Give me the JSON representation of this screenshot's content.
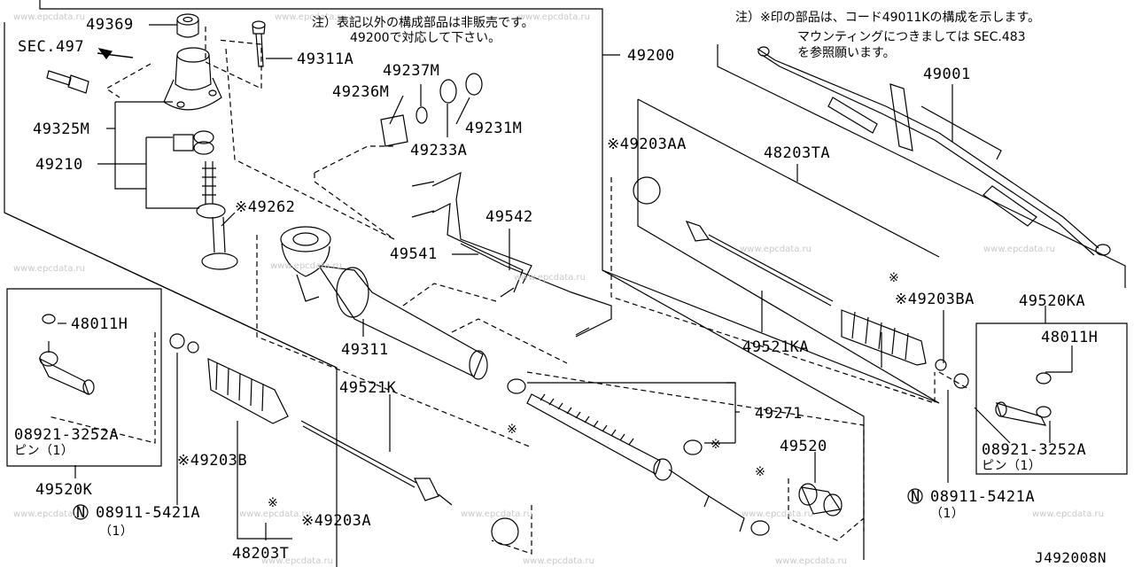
{
  "diagram_code": "J492008N",
  "watermark": "www.epcdata.ru",
  "notes": {
    "top_center_1": "注）表記以外の構成部品は非販売です。",
    "top_center_2": "49200で対応して下さい。",
    "top_right_1": "注）※印の部品は、コード49011Kの構成を示します。",
    "top_right_2": "マウンティングにつきましては SEC.483",
    "top_right_3": "を参照願います。"
  },
  "labels": {
    "p49369": "49369",
    "sec497": "SEC.497",
    "p49311A": "49311A",
    "p49237M": "49237M",
    "p49236M": "49236M",
    "p49231M": "49231M",
    "p49233A": "49233A",
    "p49325M": "49325M",
    "p49210": "49210",
    "p49262": "※49262",
    "p49200": "49200",
    "p49001": "49001",
    "p49203AA": "※49203AA",
    "p48203TA": "48203TA",
    "p49542": "49542",
    "p49541": "49541",
    "p49311": "49311",
    "p48011H_l": "48011H",
    "p08921_l": "08921-3252A",
    "pin_l": "ピン（1）",
    "p49520K": "49520K",
    "p49521K": "49521K",
    "p49203B": "※49203B",
    "p49271": "49271",
    "p49520": "49520",
    "p08911_l": "08911-5421A",
    "qty_l": "（1）",
    "p49203A": "※49203A",
    "p48203T": "48203T",
    "p49203BA": "※49203BA",
    "p49520KA": "49520KA",
    "p49521KA": "49521KA",
    "p48011H_r": "48011H",
    "p08921_r": "08921-3252A",
    "pin_r": "ピン（1）",
    "p08911_r": "08911-5421A",
    "qty_r": "（1）",
    "n_circle": "N",
    "kome": "※"
  }
}
